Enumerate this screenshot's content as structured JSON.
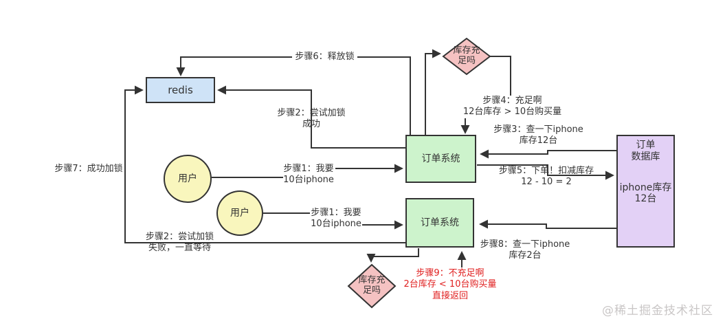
{
  "nodes": {
    "redis": {
      "label": "redis",
      "fill": "#cfe3f7"
    },
    "user1": {
      "label": "用户",
      "fill": "#f9f6bd"
    },
    "user2": {
      "label": "用户",
      "fill": "#f9f6bd"
    },
    "order_system_top": {
      "label": "订单系统",
      "fill": "#cdf3cc"
    },
    "order_system_bottom": {
      "label": "订单系统",
      "fill": "#cdf3cc"
    },
    "order_database": {
      "title": "订单\n数据库",
      "stock": "iphone库存\n12台",
      "fill": "#e3d1f6"
    },
    "stock_check_top": {
      "label": "库存充\n足吗",
      "fill": "#f5c2c2"
    },
    "stock_check_bottom": {
      "label": "库存充\n足吗",
      "fill": "#f5c2c2"
    }
  },
  "labels": {
    "step1_user1": "步骤1：我要\n10台iphone",
    "step1_user2": "步骤1：我要\n10台iphone",
    "step2_success": "步骤2：尝试加锁\n成功",
    "step2_fail": "步骤2：尝试加锁\n失败，一直等待",
    "step3": "步骤3：查一下iphone\n库存12台",
    "step4": "步骤4：充足啊\n12台库存 > 10台购买量",
    "step5": "步骤5：下单！扣减库存\n12 - 10 = 2",
    "step6": "步骤6：释放锁",
    "step7": "步骤7：成功加锁",
    "step8": "步骤8：查一下iphone\n库存2台",
    "step9": "步骤9：不充足啊\n2台库存 < 10台购买量\n直接返回"
  },
  "colors": {
    "line": "#333333",
    "step9_text": "#e02020",
    "watermark_text": "#c9c6c6"
  },
  "watermark": "@稀土掘金技术社区"
}
